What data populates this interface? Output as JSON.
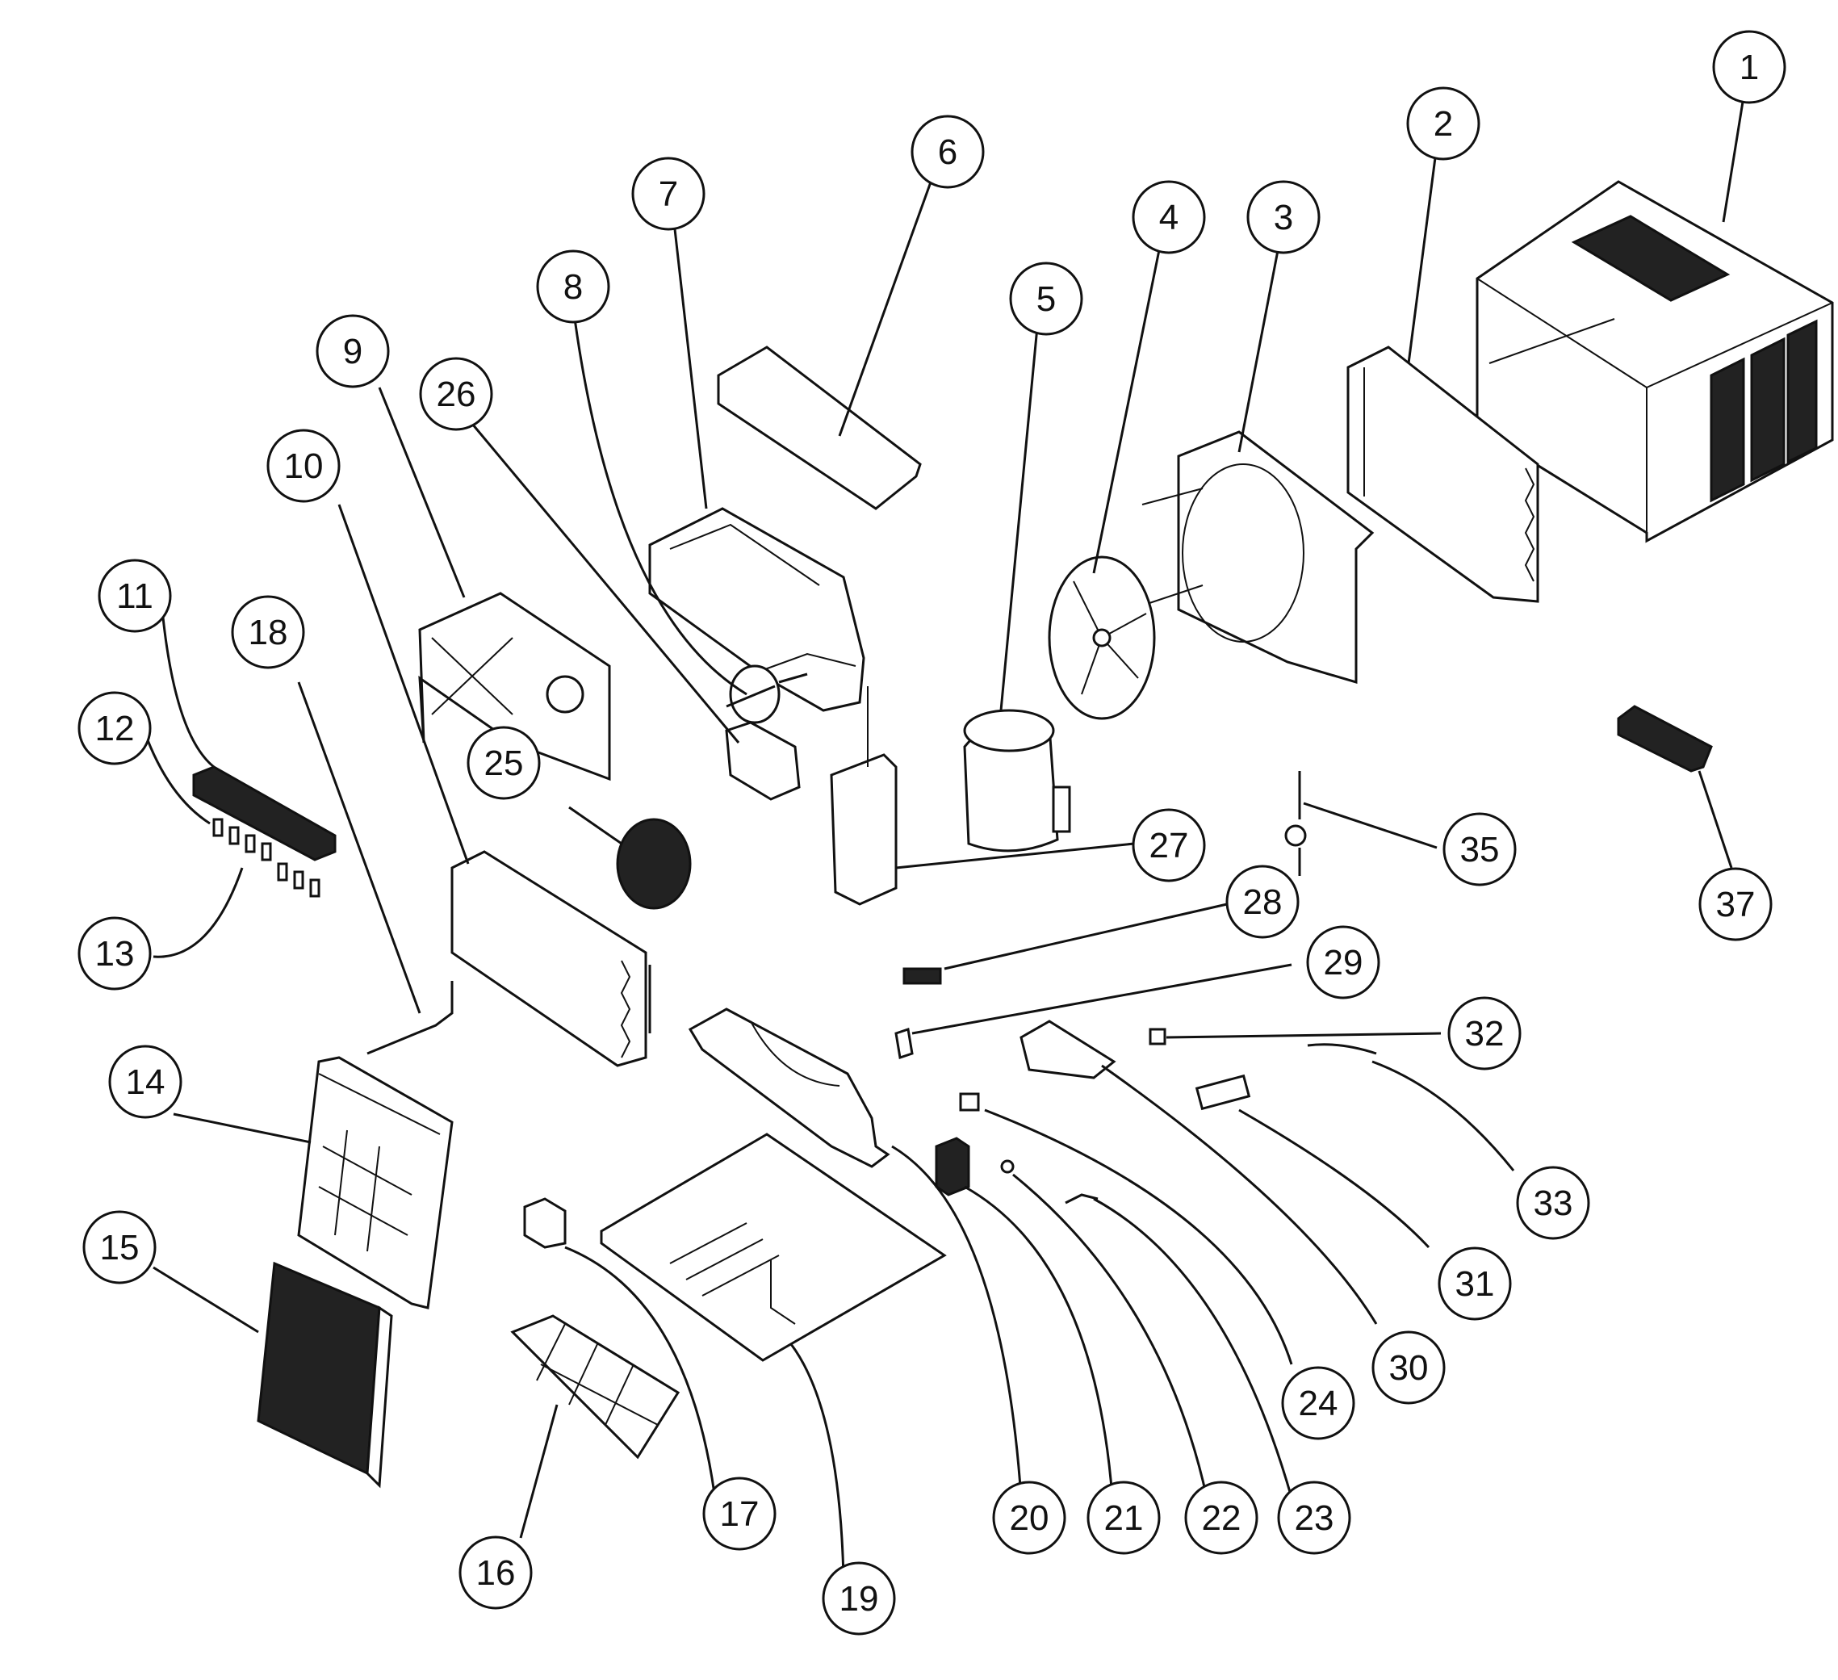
{
  "diagram": {
    "callouts": [
      {
        "id": "1",
        "label": "1"
      },
      {
        "id": "2",
        "label": "2"
      },
      {
        "id": "3",
        "label": "3"
      },
      {
        "id": "4",
        "label": "4"
      },
      {
        "id": "5",
        "label": "5"
      },
      {
        "id": "6",
        "label": "6"
      },
      {
        "id": "7",
        "label": "7"
      },
      {
        "id": "8",
        "label": "8"
      },
      {
        "id": "9",
        "label": "9"
      },
      {
        "id": "10",
        "label": "10"
      },
      {
        "id": "11",
        "label": "11"
      },
      {
        "id": "12",
        "label": "12"
      },
      {
        "id": "13",
        "label": "13"
      },
      {
        "id": "14",
        "label": "14"
      },
      {
        "id": "15",
        "label": "15"
      },
      {
        "id": "16",
        "label": "16"
      },
      {
        "id": "17",
        "label": "17"
      },
      {
        "id": "18",
        "label": "18"
      },
      {
        "id": "19",
        "label": "19"
      },
      {
        "id": "20",
        "label": "20"
      },
      {
        "id": "21",
        "label": "21"
      },
      {
        "id": "22",
        "label": "22"
      },
      {
        "id": "23",
        "label": "23"
      },
      {
        "id": "24",
        "label": "24"
      },
      {
        "id": "25",
        "label": "25"
      },
      {
        "id": "26",
        "label": "26"
      },
      {
        "id": "27",
        "label": "27"
      },
      {
        "id": "28",
        "label": "28"
      },
      {
        "id": "29",
        "label": "29"
      },
      {
        "id": "30",
        "label": "30"
      },
      {
        "id": "31",
        "label": "31"
      },
      {
        "id": "32",
        "label": "32"
      },
      {
        "id": "33",
        "label": "33"
      },
      {
        "id": "35",
        "label": "35"
      },
      {
        "id": "37",
        "label": "37"
      }
    ]
  }
}
